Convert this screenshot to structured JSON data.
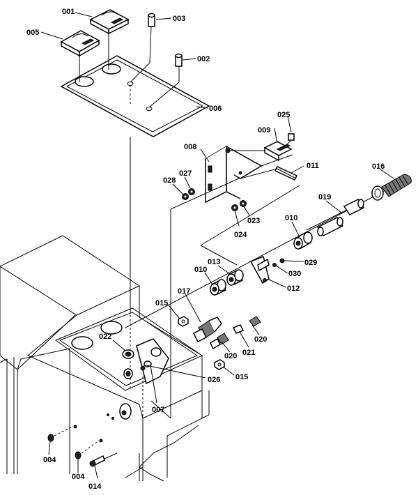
{
  "labels": {
    "p001": "001",
    "p002": "002",
    "p003": "003",
    "p004a": "004",
    "p004b": "004",
    "p005": "005",
    "p006": "006",
    "p007": "007",
    "p008": "008",
    "p009": "009",
    "p010a": "010",
    "p010b": "010",
    "p011": "011",
    "p012": "012",
    "p013": "013",
    "p014": "014",
    "p015a": "015",
    "p015b": "015",
    "p016": "016",
    "p017": "017",
    "p019": "019",
    "p020a": "020",
    "p020b": "020",
    "p021": "021",
    "p022": "022",
    "p023": "023",
    "p024": "024",
    "p025": "025",
    "p026": "026",
    "p027": "027",
    "p028": "028",
    "p029": "029",
    "p030": "030"
  }
}
